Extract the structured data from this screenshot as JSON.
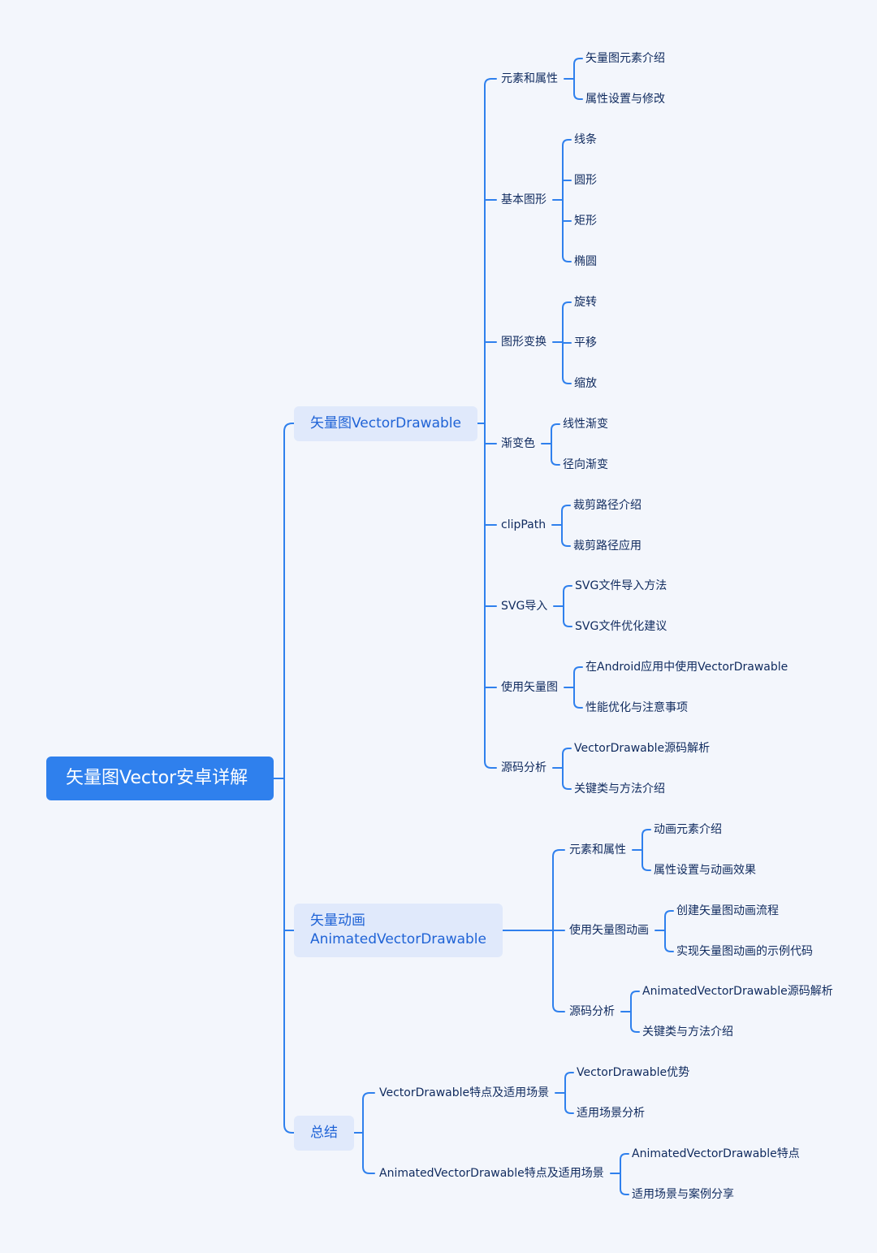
{
  "mindmap": {
    "root": {
      "label": "矢量图Vector安卓详解",
      "children": [
        {
          "label": "矢量图VectorDrawable",
          "children": [
            {
              "label": "元素和属性",
              "children": [
                {
                  "label": "矢量图元素介绍"
                },
                {
                  "label": "属性设置与修改"
                }
              ]
            },
            {
              "label": "基本图形",
              "children": [
                {
                  "label": "线条"
                },
                {
                  "label": "圆形"
                },
                {
                  "label": "矩形"
                },
                {
                  "label": "椭圆"
                }
              ]
            },
            {
              "label": "图形变换",
              "children": [
                {
                  "label": "旋转"
                },
                {
                  "label": "平移"
                },
                {
                  "label": "缩放"
                }
              ]
            },
            {
              "label": "渐变色",
              "children": [
                {
                  "label": "线性渐变"
                },
                {
                  "label": "径向渐变"
                }
              ]
            },
            {
              "label": "clipPath",
              "children": [
                {
                  "label": "裁剪路径介绍"
                },
                {
                  "label": "裁剪路径应用"
                }
              ]
            },
            {
              "label": "SVG导入",
              "children": [
                {
                  "label": "SVG文件导入方法"
                },
                {
                  "label": "SVG文件优化建议"
                }
              ]
            },
            {
              "label": "使用矢量图",
              "children": [
                {
                  "label": "在Android应用中使用VectorDrawable"
                },
                {
                  "label": "性能优化与注意事项"
                }
              ]
            },
            {
              "label": "源码分析",
              "children": [
                {
                  "label": "VectorDrawable源码解析"
                },
                {
                  "label": "关键类与方法介绍"
                }
              ]
            }
          ]
        },
        {
          "label": "矢量动画\nAnimatedVectorDrawable",
          "children": [
            {
              "label": "元素和属性",
              "children": [
                {
                  "label": "动画元素介绍"
                },
                {
                  "label": "属性设置与动画效果"
                }
              ]
            },
            {
              "label": "使用矢量图动画",
              "children": [
                {
                  "label": "创建矢量图动画流程"
                },
                {
                  "label": "实现矢量图动画的示例代码"
                }
              ]
            },
            {
              "label": "源码分析",
              "children": [
                {
                  "label": "AnimatedVectorDrawable源码解析"
                },
                {
                  "label": "关键类与方法介绍"
                }
              ]
            }
          ]
        },
        {
          "label": "总结",
          "children": [
            {
              "label": "VectorDrawable特点及适用场景",
              "children": [
                {
                  "label": "VectorDrawable优势"
                },
                {
                  "label": "适用场景分析"
                }
              ]
            },
            {
              "label": "AnimatedVectorDrawable特点及适用场景",
              "children": [
                {
                  "label": "AnimatedVectorDrawable特点"
                },
                {
                  "label": "适用场景与案例分享"
                }
              ]
            }
          ]
        }
      ]
    }
  },
  "colors": {
    "background": "#f3f6fc",
    "line": "#2f80ed",
    "root_fill": "#2f80ed",
    "root_text": "#ffffff",
    "main_fill": "#e0e9fb",
    "main_text": "#1f63d6",
    "node_text": "#0f2a5e"
  }
}
